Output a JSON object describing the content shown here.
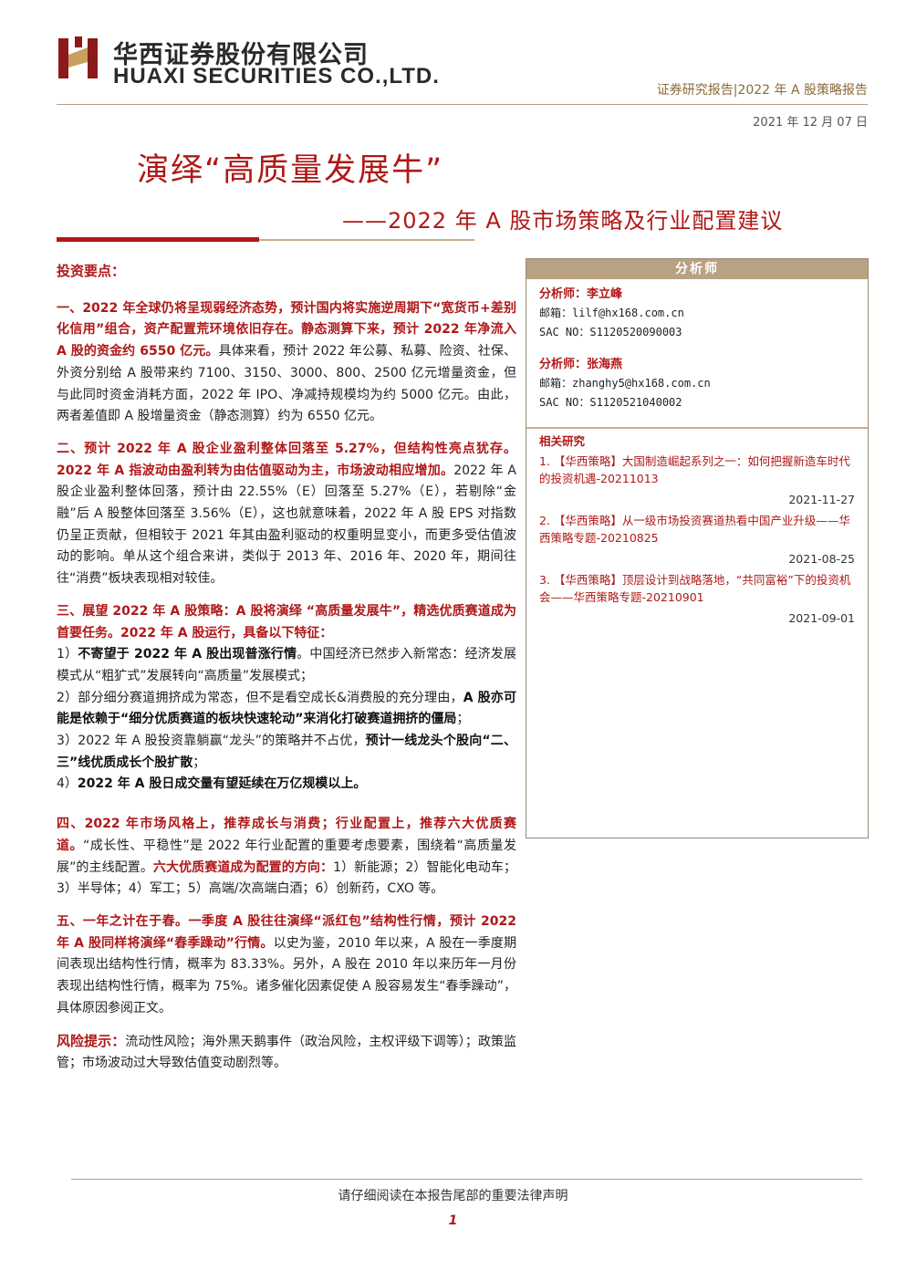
{
  "header": {
    "company_cn": "华西证券股份有限公司",
    "company_en": "HUAXI SECURITIES CO.,LTD.",
    "report_tag": "证券研究报告|2022 年 A 股策略报告",
    "date": "2021 年 12 月 07 日"
  },
  "title": "演绎“高质量发展牛”",
  "subtitle": "——2022 年 A 股市场策略及行业配置建议",
  "main": {
    "heading": "投资要点：",
    "s1_red": "一、2022 年全球仍将呈现弱经济态势，预计国内将实施逆周期下“宽货币+差别化信用”组合，资产配置荒环境依旧存在。静态测算下来，预计 2022 年净流入 A 股的资金约 6550 亿元。",
    "s1_body": "具体来看，预计 2022 年公募、私募、险资、社保、外资分别给 A 股带来约 7100、3150、3000、800、2500 亿元增量资金，但与此同时资金消耗方面，2022 年 IPO、净减持规模均为约 5000 亿元。由此，两者差值即 A 股增量资金（静态测算）约为 6550 亿元。",
    "s2_red": "二、预计 2022 年 A 股企业盈利整体回落至 5.27%，但结构性亮点犹存。2022 年 A 指波动由盈利转为由估值驱动为主，市场波动相应增加。",
    "s2_body": "2022 年 A 股企业盈利整体回落，预计由 22.55%（E）回落至 5.27%（E），若剔除“金融”后 A 股整体回落至 3.56%（E），这也就意味着，2022 年 A 股 EPS 对指数仍呈正贡献，但相较于 2021 年其由盈利驱动的权重明显变小，而更多受估值波动的影响。单从这个组合来讲，类似于 2013 年、2016 年、2020 年，期间往往“消费”板块表现相对较佳。",
    "s3_red": "三、展望 2022 年 A 股策略：A 股将演绎 “高质量发展牛”，精选优质赛道成为首要任务。2022 年 A 股运行，具备以下特征：",
    "s3_i1_prefix": "1）",
    "s3_i1_bold": "不寄望于 2022 年 A 股出现普涨行情",
    "s3_i1_body": "。中国经济已然步入新常态：经济发展模式从“粗犷式”发展转向“高质量”发展模式；",
    "s3_i2_body": "2）部分细分赛道拥挤成为常态，但不是看空成长&消费股的充分理由，",
    "s3_i2_bold": "A 股亦可能是依赖于“细分优质赛道的板块快速轮动”来消化打破赛道拥挤的僵局",
    "s3_i2_end": "；",
    "s3_i3_body": "3）2022 年 A 股投资靠躺赢“龙头”的策略并不占优，",
    "s3_i3_bold": "预计一线龙头个股向“二、三”线优质成长个股扩散",
    "s3_i3_end": "；",
    "s3_i4_prefix": "4）",
    "s3_i4_bold": "2022 年 A 股日成交量有望延续在万亿规模以上。",
    "s4_red": "四、2022 年市场风格上，推荐成长与消费；行业配置上，推荐六大优质赛道。",
    "s4_body": "“成长性、平稳性”是 2022 年行业配置的重要考虑要素，围绕着“高质量发展”的主线配置。",
    "s4_red2": "六大优质赛道成为配置的方向：",
    "s4_body2": "1）新能源；2）智能化电动车；3）半导体；4）军工；5）高端/次高端白酒；6）创新药，CXO 等。",
    "s5_red": "五、一年之计在于春。一季度 A 股往往演绎“派红包”结构性行情，预计 2022 年 A 股同样将演绎“春季躁动”行情。",
    "s5_body": "以史为鉴，2010 年以来，A 股在一季度期间表现出结构性行情，概率为 83.33%。另外，A 股在 2010 年以来历年一月份表现出结构性行情，概率为 75%。诸多催化因素促使 A 股容易发生“春季躁动”，具体原因参阅正文。",
    "risk_head": "风险提示：",
    "risk_body": "流动性风险；海外黑天鹅事件（政治风险，主权评级下调等）；政策监管；市场波动过大导致估值变动剧烈等。"
  },
  "sidebar": {
    "header": "分析师",
    "analysts": [
      {
        "name": "分析师：李立峰",
        "email": "邮箱：lilf@hx168.com.cn",
        "sac": "SAC NO：S1120520090003"
      },
      {
        "name": "分析师：张海燕",
        "email": "邮箱：zhanghy5@hx168.com.cn",
        "sac": "SAC NO：S1120521040002"
      }
    ],
    "research_head": "相关研究",
    "research": [
      {
        "text": "1. 【华西策略】大国制造崛起系列之一：如何把握新造车时代的投资机遇-20211013",
        "date": "2021-11-27"
      },
      {
        "text": "2. 【华西策略】从一级市场投资赛道热看中国产业升级——华西策略专题-20210825",
        "date": "2021-08-25"
      },
      {
        "text": "3. 【华西策略】顶层设计到战略落地，“共同富裕”下的投资机会——华西策略专题-20210901",
        "date": "2021-09-01"
      }
    ]
  },
  "footer": {
    "notice": "请仔细阅读在本报告尾部的重要法律声明",
    "page": "1"
  },
  "colors": {
    "brand_red": "#b01818",
    "tan": "#b8a283"
  }
}
